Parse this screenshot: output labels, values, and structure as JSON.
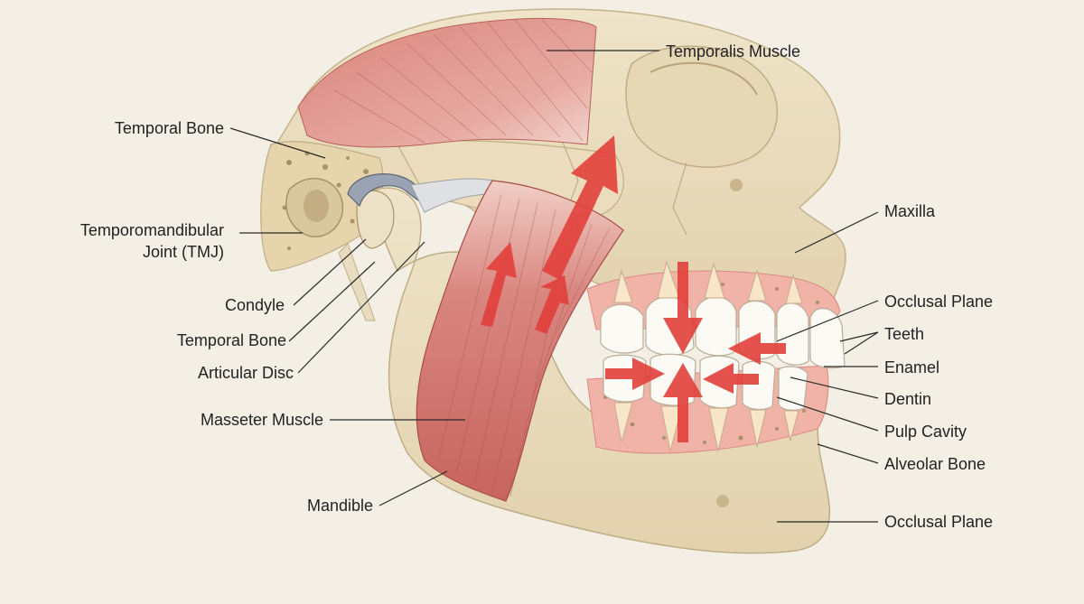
{
  "labels": {
    "temporalis_muscle": "Temporalis Muscle",
    "temporal_bone_upper": "Temporal Bone",
    "tmj_line1": "Temporomandibular",
    "tmj_line2": "Joint (TMJ)",
    "condyle": "Condyle",
    "temporal_bone_lower": "Temporal Bone",
    "articular_disc": "Articular Disc",
    "masseter_muscle": "Masseter Muscle",
    "mandible": "Mandible",
    "maxilla": "Maxilla",
    "occlusal_plane_upper": "Occlusal Plane",
    "teeth": "Teeth",
    "enamel": "Enamel",
    "dentin": "Dentin",
    "pulp_cavity": "Pulp Cavity",
    "alveolar_bone": "Alveolar Bone",
    "occlusal_plane_lower": "Occlusal Plane"
  },
  "colors": {
    "background": "#f3efe4",
    "bone": "#e9dcbf",
    "bone_shadow": "#cdbb95",
    "muscle": "#d9857f",
    "muscle_dark": "#b85a55",
    "force_arrow": "#e2403b",
    "tooth": "#fbfaf5",
    "gum": "#f1b3a8"
  }
}
